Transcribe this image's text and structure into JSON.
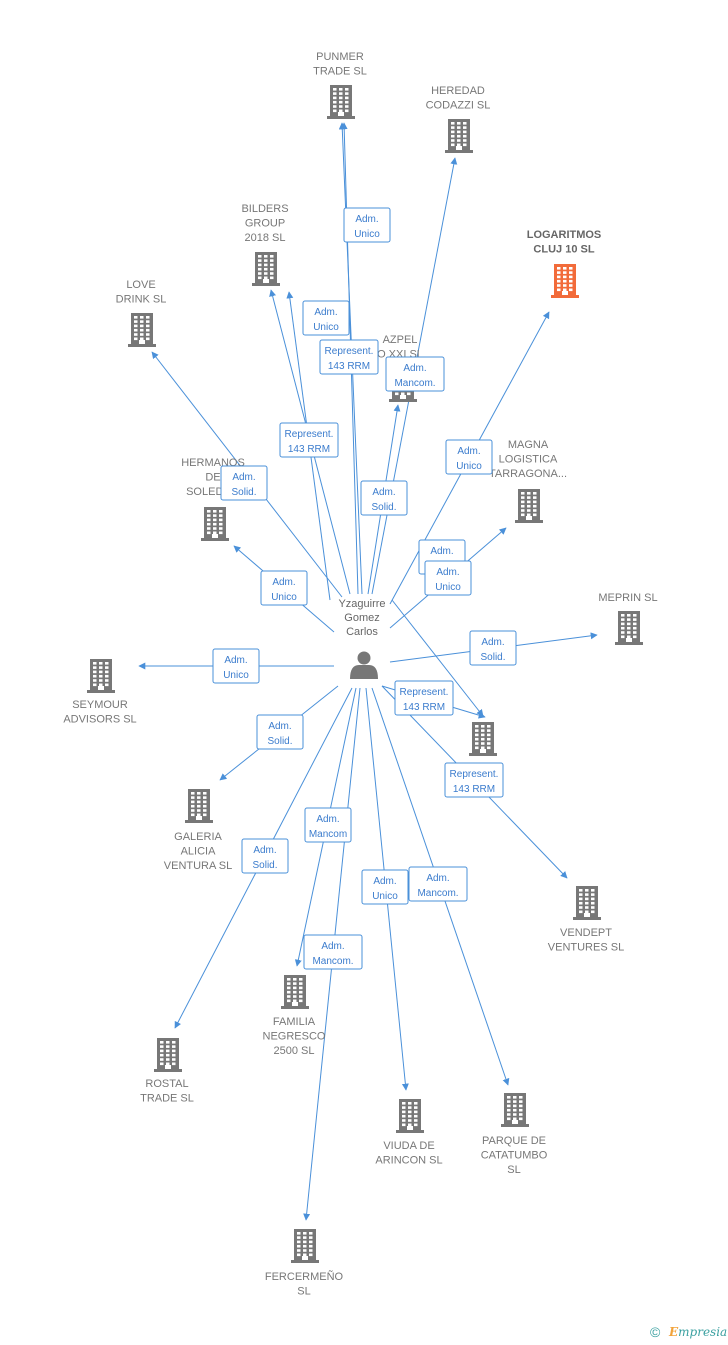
{
  "colors": {
    "edge": "#4a90d9",
    "node": "#777777",
    "highlight": "#f26b3a",
    "person": "#777777"
  },
  "center": {
    "name_lines": [
      "Yzaguirre",
      "Gomez",
      "Carlos"
    ],
    "icon": "person-icon"
  },
  "nodes": [
    {
      "id": "punmer",
      "lines": [
        "PUNMER",
        "TRADE  SL"
      ]
    },
    {
      "id": "heredad",
      "lines": [
        "HEREDAD",
        "CODAZZI  SL"
      ]
    },
    {
      "id": "logaritmos",
      "lines": [
        "LOGARITMOS",
        "CLUJ 10  SL"
      ],
      "highlight": true
    },
    {
      "id": "bilders",
      "lines": [
        "BILDERS",
        "GROUP",
        "2018  SL"
      ]
    },
    {
      "id": "love",
      "lines": [
        "LOVE",
        "DRINK  SL"
      ]
    },
    {
      "id": "azpel",
      "lines": [
        "AZPEL",
        "O XXI  SL"
      ]
    },
    {
      "id": "hermanos",
      "lines": [
        "HERMANOS",
        "DE",
        "SOLEDA..."
      ]
    },
    {
      "id": "magna",
      "lines": [
        "MAGNA",
        "LOGISTICA",
        "TARRAGONA..."
      ]
    },
    {
      "id": "meprin",
      "lines": [
        "MEPRIN SL"
      ]
    },
    {
      "id": "seymour",
      "lines": [
        "SEYMOUR",
        "ADVISORS SL"
      ]
    },
    {
      "id": "unnamed",
      "lines": []
    },
    {
      "id": "galeria",
      "lines": [
        "GALERIA",
        "ALICIA",
        "VENTURA SL"
      ]
    },
    {
      "id": "vendept",
      "lines": [
        "VENDEPT",
        "VENTURES  SL"
      ]
    },
    {
      "id": "familia",
      "lines": [
        "FAMILIA",
        "NEGRESCO",
        "2500  SL"
      ]
    },
    {
      "id": "rostal",
      "lines": [
        "ROSTAL",
        "TRADE  SL"
      ]
    },
    {
      "id": "viuda",
      "lines": [
        "VIUDA DE",
        "ARINCON  SL"
      ]
    },
    {
      "id": "parque",
      "lines": [
        "PARQUE DE",
        "CATATUMBO",
        "SL"
      ]
    },
    {
      "id": "fercermeno",
      "lines": [
        "FERCERMEÑO",
        "SL"
      ]
    }
  ],
  "edges": [
    {
      "to": "punmer",
      "label": [
        "Adm.",
        "Unico"
      ]
    },
    {
      "to": "punmer",
      "label": [
        "Represent.",
        "143 RRM"
      ]
    },
    {
      "to": "heredad",
      "label": [
        "Adm.",
        "Mancom."
      ]
    },
    {
      "to": "bilders",
      "label": [
        "Represent.",
        "143 RRM"
      ]
    },
    {
      "to": "bilders",
      "label": [
        "Adm.",
        "Unico"
      ]
    },
    {
      "to": "love",
      "label": [
        "Adm.",
        "Solid."
      ]
    },
    {
      "to": "azpel",
      "label": [
        "Adm.",
        "Solid."
      ]
    },
    {
      "to": "logaritmos",
      "label": [
        "Adm.",
        "Unico"
      ]
    },
    {
      "to": "magna",
      "label": [
        "Adm.",
        "Unico"
      ]
    },
    {
      "to": "hermanos",
      "label": [
        "Adm.",
        "Unico"
      ]
    },
    {
      "to": "unnamed",
      "label": [
        "Adm.",
        "Unico"
      ]
    },
    {
      "to": "meprin",
      "label": [
        "Adm.",
        "Solid."
      ]
    },
    {
      "to": "seymour",
      "label": [
        "Adm.",
        "Unico"
      ]
    },
    {
      "to": "galeria",
      "label": [
        "Adm.",
        "Solid."
      ]
    },
    {
      "to": "unnamed",
      "label": [
        "Represent.",
        "143 RRM"
      ]
    },
    {
      "to": "vendept",
      "label": [
        "Represent.",
        "143 RRM"
      ]
    },
    {
      "to": "familia",
      "label": [
        "Adm.",
        "Mancom"
      ]
    },
    {
      "to": "rostal",
      "label": [
        "Adm.",
        "Solid."
      ]
    },
    {
      "to": "fercermeno",
      "label": [
        "Adm.",
        "Mancom."
      ]
    },
    {
      "to": "viuda",
      "label": [
        "Adm.",
        "Unico"
      ]
    },
    {
      "to": "parque",
      "label": [
        "Adm.",
        "Mancom."
      ]
    }
  ],
  "footer": {
    "copyright": "©",
    "brand_initial": "E",
    "brand_rest": "mpresia"
  }
}
